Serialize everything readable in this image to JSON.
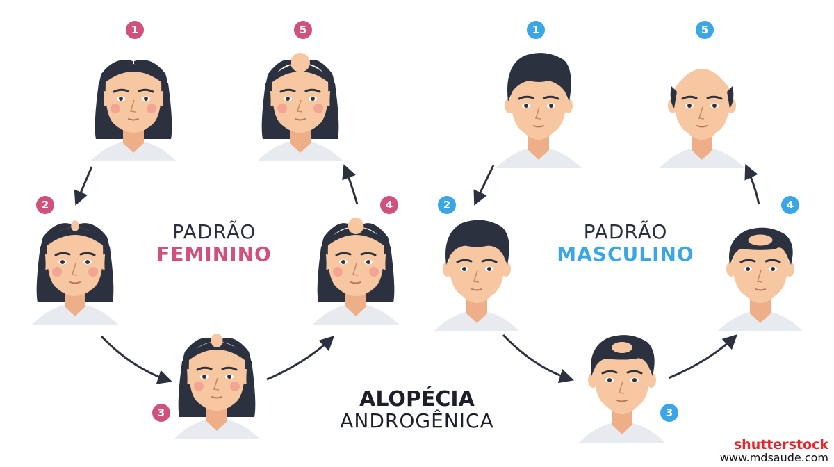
{
  "female_pattern": {
    "title_line1": "PADRÃO",
    "title_line2": "FEMININO",
    "badge_color": "#d0507e",
    "stages": [
      {
        "label": "1",
        "hair_loss": 0.0
      },
      {
        "label": "2",
        "hair_loss": 0.25
      },
      {
        "label": "3",
        "hair_loss": 0.5
      },
      {
        "label": "4",
        "hair_loss": 0.75
      },
      {
        "label": "5",
        "hair_loss": 1.0
      }
    ]
  },
  "male_pattern": {
    "title_line1": "PADRÃO",
    "title_line2": "MASCULINO",
    "badge_color": "#3aa6e6",
    "stages": [
      {
        "label": "1",
        "hair_loss": 0.0
      },
      {
        "label": "2",
        "hair_loss": 0.25
      },
      {
        "label": "3",
        "hair_loss": 0.5
      },
      {
        "label": "4",
        "hair_loss": 0.75
      },
      {
        "label": "5",
        "hair_loss": 1.0
      }
    ]
  },
  "center_title": {
    "line1": "ALOPÉCIA",
    "line2": "ANDROGÊNICA"
  },
  "watermark": {
    "brand": "shutterstock",
    "url": "www.mdsaude.com"
  },
  "colors": {
    "skin": "#f7c7a1",
    "skin_shadow": "#eeae88",
    "hair": "#2c3140",
    "shirt": "#e7ebf0",
    "cheek": "#f29a8f",
    "arrow": "#2c3140"
  }
}
